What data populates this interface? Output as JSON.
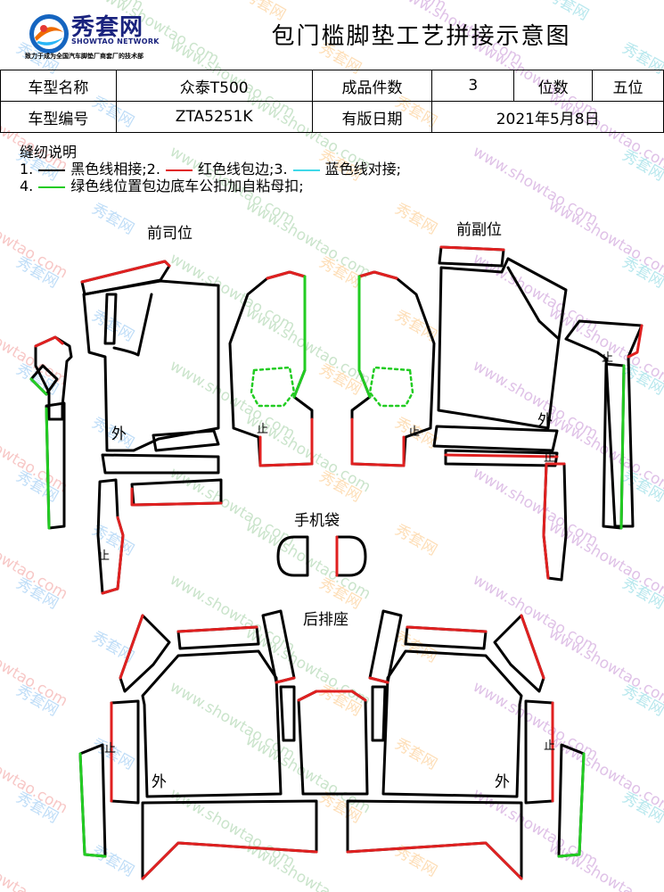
{
  "header": {
    "logo_text": "秀套网",
    "logo_sub": "SHOWTAO NETWORK",
    "logo_slogan": "致力于成为全国汽车脚垫厂商套厂的技术部",
    "title": "包门槛脚垫工艺拼接示意图"
  },
  "info": {
    "model_name_label": "车型名称",
    "model_name_value": "众泰T500",
    "pieces_label": "成品件数",
    "pieces_value": "3",
    "seats_label": "位数",
    "seats_value": "五位",
    "model_code_label": "车型编号",
    "model_code_value": "ZTA5251K",
    "date_label": "有版日期",
    "date_value": "2021年5月8日"
  },
  "notes": {
    "title": "缝纫说明",
    "n1": "1.",
    "n1_text": "黑色线相接;2.",
    "n2_text": "红色线包边;3.",
    "n3_text": "蓝色线对接;",
    "n4": "4.",
    "n4_text": "绿色线位置包边底车公扣加自粘母扣;"
  },
  "line_colors": {
    "black": "#000000",
    "red": "#e02020",
    "blue": "#40d8e8",
    "green": "#22cc22"
  },
  "sections": {
    "driver": "前司位",
    "passenger": "前副位",
    "phone": "手机袋",
    "rear": "后排座"
  },
  "marks": {
    "outer": "外",
    "stop": "止"
  },
  "watermark": {
    "brand": "秀套网",
    "url": "www.showtao.com"
  }
}
